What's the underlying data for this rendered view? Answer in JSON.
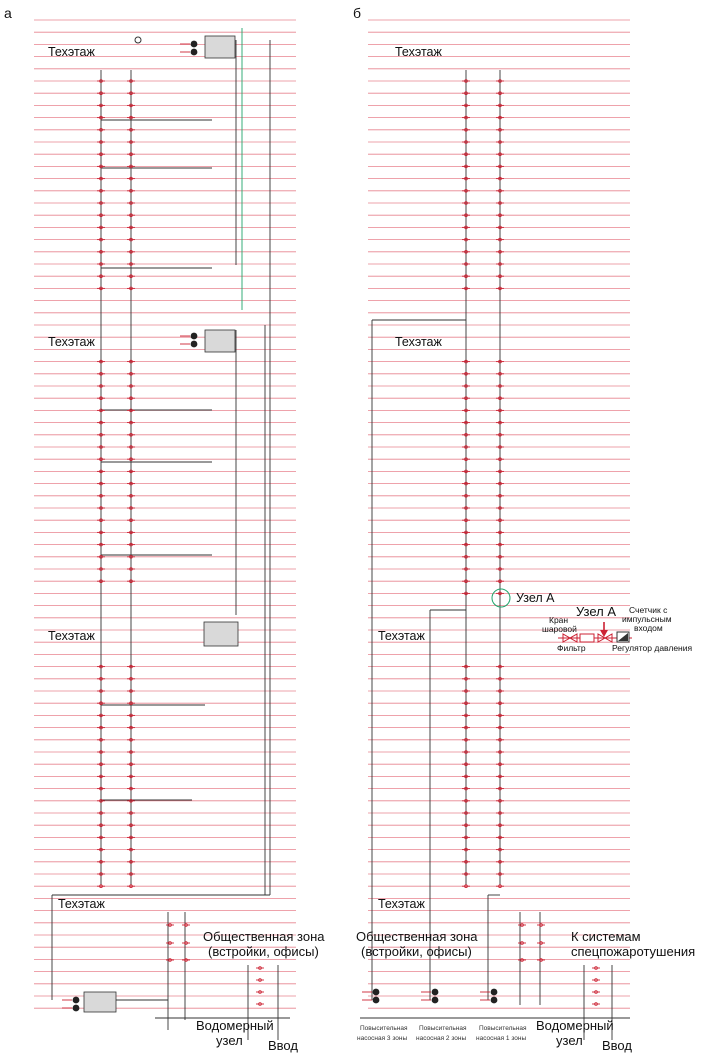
{
  "panels": {
    "a": {
      "letter": "а",
      "techfloor": "Техэтаж",
      "public_zone": [
        "Общественная зона",
        "(встройки, офисы)"
      ],
      "meter": [
        "Водомерный",
        "узел"
      ],
      "inlet": "Ввод"
    },
    "b": {
      "letter": "б",
      "techfloor": "Техэтаж",
      "public_zone": [
        "Общественная зона",
        "(встройки, офисы)"
      ],
      "fire": [
        "К системам",
        "спецпожаротушения"
      ],
      "meter": [
        "Водомерный",
        "узел"
      ],
      "inlet": "Ввод",
      "pumps": [
        [
          "Повысительная",
          "насосная 3 зоны"
        ],
        [
          "Повысительная",
          "насосная 2 зоны"
        ],
        [
          "Повысительная",
          "насосная 1 зоны"
        ]
      ],
      "node_label": "Узел А"
    },
    "detail": {
      "title": "Узел А",
      "ball_valve": [
        "Кран",
        "шаровой"
      ],
      "filter": "Фильтр",
      "meter": [
        "Счетчик с",
        "импульсным",
        "входом"
      ],
      "regulator": "Регулятор давления"
    }
  },
  "colors": {
    "floor_line": "#e8848f",
    "pipe": "#333333",
    "fitting": "#cc2233",
    "green": "#1fa46b",
    "tank": "#d9d9d9"
  }
}
